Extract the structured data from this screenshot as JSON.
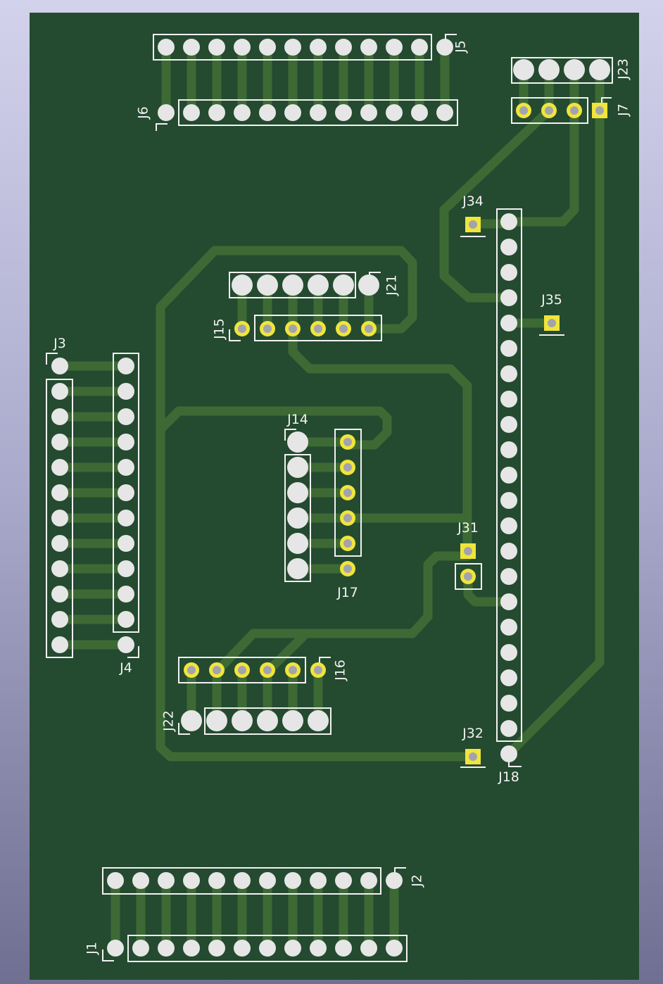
{
  "colors": {
    "board": "#244a30",
    "trace": "#3d6a34",
    "silk": "#f2f2f2",
    "pad_white": "#e6e6e6",
    "pad_gold": "#f0e53a",
    "drill": "#a3a3ae"
  },
  "designators": {
    "j1": "J1",
    "j2": "J2",
    "j3": "J3",
    "j4": "J4",
    "j5": "J5",
    "j6": "J6",
    "j7": "J7",
    "j14": "J14",
    "j15": "J15",
    "j16": "J16",
    "j17": "J17",
    "j18": "J18",
    "j21": "J21",
    "j22": "J22",
    "j23": "J23",
    "j31": "J31",
    "j32": "J32",
    "j34": "J34",
    "j35": "J35"
  }
}
